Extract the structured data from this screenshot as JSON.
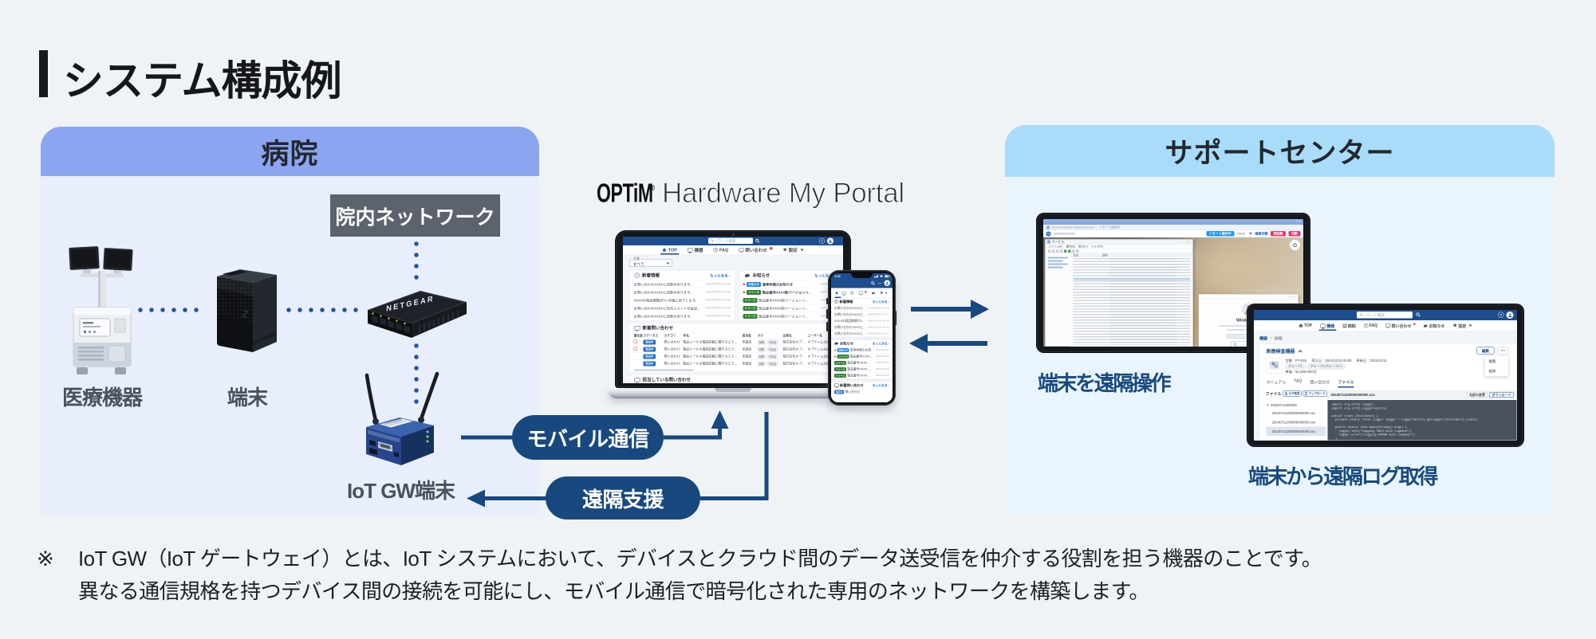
{
  "page": {
    "title": "システム構成例"
  },
  "hospital": {
    "title": "病院",
    "network_label": "院内ネットワーク",
    "labels": {
      "medical": "医療機器",
      "terminal": "端末",
      "iot_gw": "IoT GW端末"
    },
    "switch_brand": "NETGEAR"
  },
  "flows": {
    "mobile": "モバイル通信",
    "remote": "遠隔支援"
  },
  "product": {
    "brand": "OPTiM",
    "reg": "®",
    "name": "Hardware My Portal"
  },
  "portal": {
    "search_placeholder": "キーワード検索",
    "nav": [
      {
        "label": "TOP",
        "icon": "home",
        "active": true
      },
      {
        "label": "機器",
        "icon": "monitor"
      },
      {
        "label": "FAQ",
        "icon": "question"
      },
      {
        "label": "問い合わせ",
        "icon": "chat",
        "dot": true
      },
      {
        "label": "設定",
        "icon": "gear",
        "caret": true
      }
    ],
    "filter": {
      "label": "企業",
      "value": "すべて"
    },
    "news": {
      "title": "新着情報",
      "more": "もっとみる",
      "items": [
        {
          "text": "お問い合わせXXXXに回答があります。",
          "date": "20XX/XX/XX XX:XX"
        },
        {
          "text": "お問い合わせXXXXに回答があります。",
          "date": "20XX/XX/XX XX:XX"
        },
        {
          "text": "XXXXの保証期間が3ヶ月後に終了します。",
          "date": "20XX/XX/XX XX:XX"
        },
        {
          "text": "お問い合わせXXXXに社内コメントが追加されました。",
          "date": "20XX/XX/XX XX:XX"
        },
        {
          "text": "お問い合わせXXXXに回答があります。",
          "date": "20XX/XX/XX XX:XX"
        }
      ]
    },
    "notices": {
      "title": "お知らせ",
      "more": "もっとみる",
      "items": [
        {
          "badge": "お知らせ",
          "type": "info",
          "dot": true,
          "bold": true,
          "text": "夏季休暇のお知らせ",
          "date": "20XX/XX/XX"
        },
        {
          "badge": "リリース",
          "type": "release",
          "dot": true,
          "bold": true,
          "text": "製品番号XXXX新バージョンリリースしました",
          "date": "20XX/XX/XX"
        },
        {
          "badge": "リリース",
          "type": "release",
          "text": "製品番号XXXX新バージョンリリースしました",
          "date": "20XX/XX/XX"
        },
        {
          "badge": "リリース",
          "type": "release",
          "text": "製品番号XXXX新バージョンリリースしました",
          "date": "20XX/XX/XX"
        },
        {
          "badge": "リリース",
          "type": "release",
          "text": "製品番号XXXX新バージョンリリースしました",
          "date": "20XX/XX/XX"
        }
      ]
    },
    "inquiries": {
      "title": "新着問い合わせ",
      "columns": [
        "優先度",
        "ステータス",
        "カテゴリ",
        "件名",
        "担当者",
        "タグ",
        "企業名",
        "ユーザー名"
      ],
      "rows": [
        {
          "priority": true,
          "status": "対応中",
          "category": "問い合わせ",
          "subject": "製品シールの電話記載に関するエラー表示について",
          "assignee": "未設定",
          "tag1": "故障",
          "tag2": "不具合",
          "company": "株式会社オプティム",
          "user": "オプティム太郎"
        },
        {
          "priority": true,
          "status": "対応中",
          "category": "問い合わせ",
          "subject": "製品シールの電話記載に関するエラー表示について",
          "assignee": "未設定",
          "tag1": "故障",
          "tag2": "不具合",
          "company": "株式会社オプティム",
          "user": "オプティム太郎"
        },
        {
          "priority": false,
          "status": "対応中",
          "category": "問い合わせ",
          "subject": "製品シールの電話記載に関するエラー表示について",
          "assignee": "未設定",
          "tag1": "故障",
          "tag2": "不具合",
          "company": "株式会社オプティム",
          "user": "オプティム太郎"
        },
        {
          "priority": false,
          "status": "対応中",
          "category": "問い合わせ",
          "subject": "製品シールの電話記載に関するエラー表示について",
          "assignee": "未設定",
          "tag1": "故障",
          "tag2": "不具合",
          "company": "株式会社オプティム",
          "user": "オプティム太郎"
        }
      ]
    },
    "assigned_title": "担当している問い合わせ"
  },
  "phone": {
    "time": "9:41",
    "inquiry_status": "対応中",
    "inquiry_category": "問い合わせ"
  },
  "support": {
    "title": "サポートセンター",
    "caption_remote": "端末を遠隔操作",
    "caption_log": "端末から遠隔ログ取得",
    "remote": {
      "url": "remote-support.session/console — リモート接続中",
      "app": "サービス",
      "menu": [
        "ファイル(F)",
        "操作(A)",
        "表示(V)",
        "ヘルプ(H)"
      ],
      "cols": [
        "名前",
        "説明"
      ],
      "toolbar": {
        "btn_blue": "リモート操作中",
        "zoom": "100%",
        "link": "画面切替",
        "btn_red1": "再起動",
        "btn_red2": "切断"
      },
      "dialog_title": "Windows 8.1",
      "win_buttons": "－ □ ×"
    },
    "log": {
      "search_placeholder": "キーワード検索",
      "nav": [
        {
          "label": "TOP",
          "icon": "home"
        },
        {
          "label": "機器",
          "icon": "monitor",
          "active": true
        },
        {
          "label": "病院",
          "icon": "building"
        },
        {
          "label": "FAQ",
          "icon": "question"
        },
        {
          "label": "問い合わせ",
          "icon": "chat",
          "dot": true
        },
        {
          "label": "お知らせ",
          "icon": "megaphone"
        },
        {
          "label": "設定",
          "icon": "gear",
          "caret": true
        }
      ],
      "breadcrumb": {
        "a": "機器",
        "b": "詳細"
      },
      "device_title": "医療検査機器",
      "edit": "編集",
      "menu": [
        "複製",
        "削除"
      ],
      "meta1": [
        "型番：PT-01E",
        "導入日：2024/12/12 00:00",
        "更新日：2024/12/12"
      ],
      "chips": [
        "グループ1",
        "グループ2/グループ2-1"
      ],
      "meta2": "単価：¥1,000,000/台",
      "tabs": [
        "マニュアル",
        "FAQ",
        "問い合わせ",
        "ファイル"
      ],
      "file_label": "ファイル",
      "btn_log": "ログ取得",
      "btn_upload": "アップロード",
      "tree_root": "20240711000000",
      "files": [
        "20240711000000000000.xxx",
        "20240711000000000000.xxx",
        "20240711000000000000.xxx"
      ],
      "file_name": "20240711000000000000.xxx",
      "btn_rename": "名前の変更",
      "btn_download": "ダウンロード",
      "code": [
        "import org.slf4j.Logger;",
        "import org.slf4j.LoggerFactory;",
        "",
        "public class {Initiator} {",
        "  private static final Logger logger = LoggerFactory.getLogger({Initiator}.class);",
        "",
        "  public static void main(String[] args) {",
        "    logger.info(\"Logging INFO with Logback\");",
        "    logger.error(\"Logging ERROR with Logback\");",
        "  }",
        "}"
      ]
    }
  },
  "footnote": {
    "mark": "※",
    "line1": "IoT GW（IoT ゲートウェイ）とは、IoT システムにおいて、デバイスとクラウド間のデータ送受信を仲介する役割を担う機器のことです。",
    "line2": "異なる通信規格を持つデバイス間の接続を可能にし、モバイル通信で暗号化された専用のネットワークを構築します。"
  }
}
